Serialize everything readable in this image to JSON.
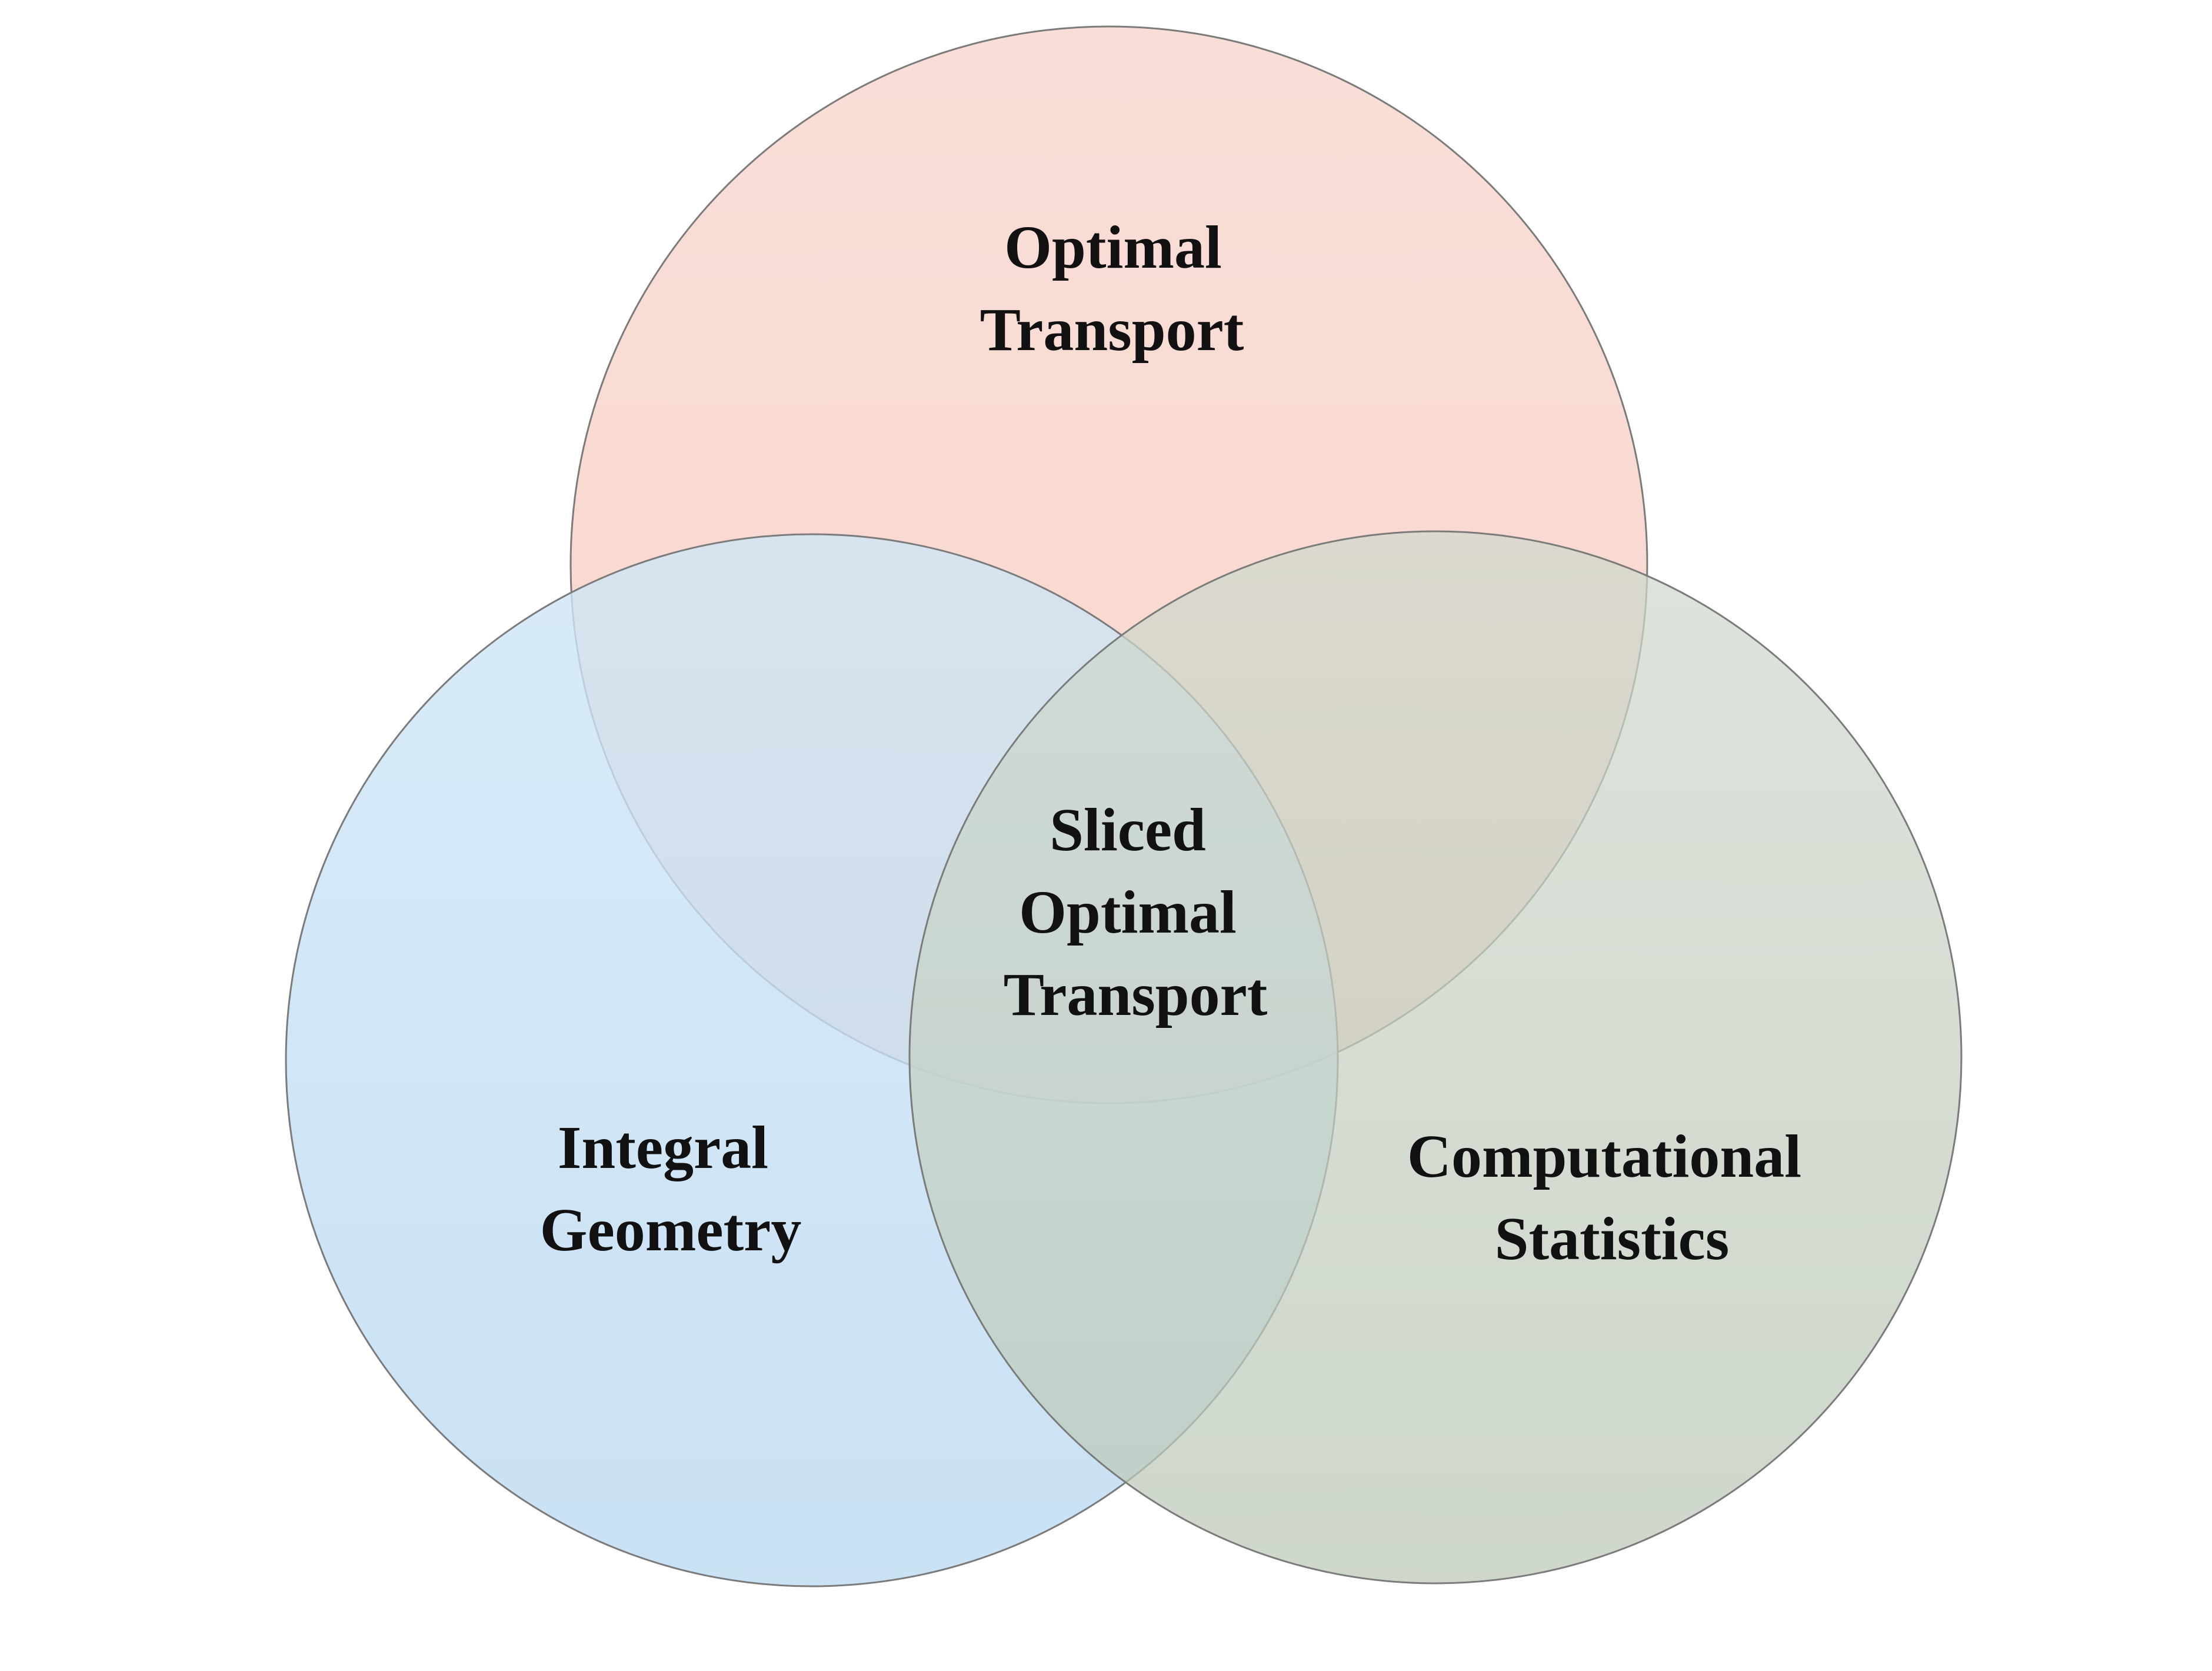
{
  "diagram": {
    "type": "venn-3",
    "sets": [
      {
        "id": "top",
        "label_lines": [
          "Optimal",
          "Transport"
        ],
        "fill_top": "#f8d9d1",
        "fill_bottom": "#f7cfc3",
        "opacity": 0.86
      },
      {
        "id": "left",
        "label_lines": [
          "Integral",
          "Geometry"
        ],
        "fill_top": "#cfe6f6",
        "fill_bottom": "#bcdaf2",
        "opacity": 0.8
      },
      {
        "id": "right",
        "label_lines": [
          "Computational",
          "Statistics"
        ],
        "fill_top": "#d0d9ce",
        "fill_bottom": "#bbc8b6",
        "opacity": 0.72
      }
    ],
    "center_label_lines": [
      "Sliced",
      "Optimal",
      "Transport"
    ]
  }
}
